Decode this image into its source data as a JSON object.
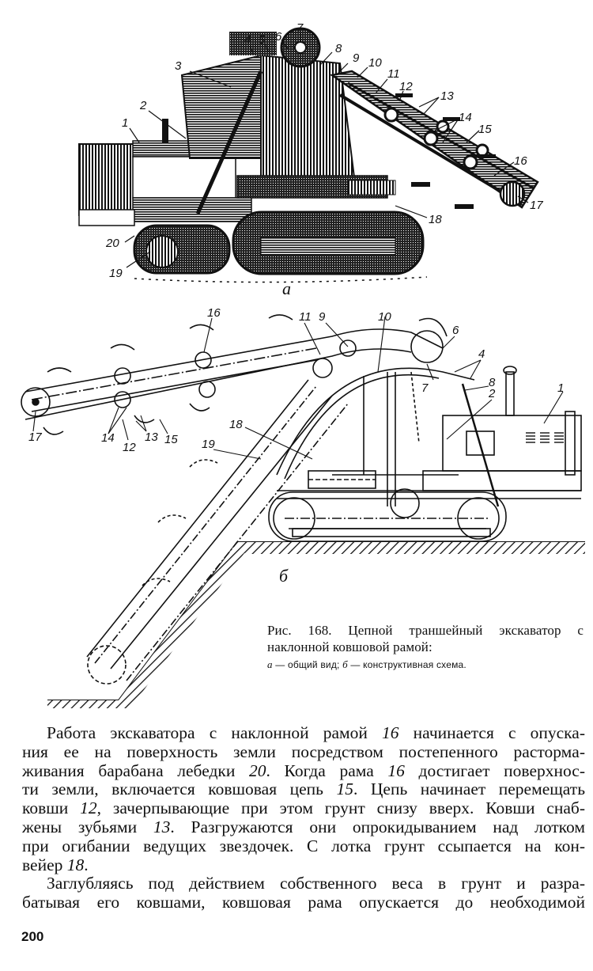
{
  "figure": {
    "number": "Рис. 168.",
    "title": "Цепной траншейный экскаватор с наклонной ковшовой рамой:",
    "legend": [
      {
        "key": "а",
        "text": "общий вид;"
      },
      {
        "key": "б",
        "text": "конструктивная схема."
      }
    ],
    "panel_a": {
      "sublabel": "а",
      "callouts": [
        "1",
        "2",
        "3",
        "4",
        "5",
        "6",
        "7",
        "8",
        "9",
        "10",
        "11",
        "12",
        "13",
        "14",
        "15",
        "16",
        "17",
        "18",
        "19",
        "20"
      ]
    },
    "panel_b": {
      "sublabel": "б",
      "callouts": [
        "1",
        "2",
        "4",
        "6",
        "7",
        "8",
        "9",
        "10",
        "11",
        "12",
        "13",
        "14",
        "15",
        "16",
        "17",
        "18",
        "19"
      ]
    }
  },
  "paragraphs": [
    {
      "lines": [
        [
          {
            "t": "Работа экскаватора с наклонной рамой "
          },
          {
            "t": "16",
            "i": true
          },
          {
            "t": " начинается с опуска-"
          }
        ],
        [
          {
            "t": "ния ее на поверхность земли посредством постепенного растормa-"
          }
        ],
        [
          {
            "t": "живания барабана лебедки "
          },
          {
            "t": "20",
            "i": true
          },
          {
            "t": ". Когда рама "
          },
          {
            "t": "16",
            "i": true
          },
          {
            "t": " достигает поверхнос-"
          }
        ],
        [
          {
            "t": "ти земли, включается ковшовая цепь "
          },
          {
            "t": "15",
            "i": true
          },
          {
            "t": ". Цепь начинает перемещать"
          }
        ],
        [
          {
            "t": "ковши "
          },
          {
            "t": "12",
            "i": true
          },
          {
            "t": ", зачерпывающие при этом грунт снизу вверх. Ковши снаб-"
          }
        ],
        [
          {
            "t": "жены зубьями "
          },
          {
            "t": "13",
            "i": true
          },
          {
            "t": ". Разгружаются они опрокидыванием над лотком"
          }
        ],
        [
          {
            "t": "при огибании ведущих звездочек. С лотка грунт ссыпается на кон-"
          }
        ],
        [
          {
            "t": "вейер "
          },
          {
            "t": "18",
            "i": true
          },
          {
            "t": "."
          }
        ]
      ]
    },
    {
      "lines": [
        [
          {
            "t": "Заглубляясь под действием собственного веса в грунт и разра-"
          }
        ],
        [
          {
            "t": "батывая его ковшами, ковшовая рама опускается до необходимой"
          }
        ]
      ]
    }
  ],
  "page_number": "200"
}
